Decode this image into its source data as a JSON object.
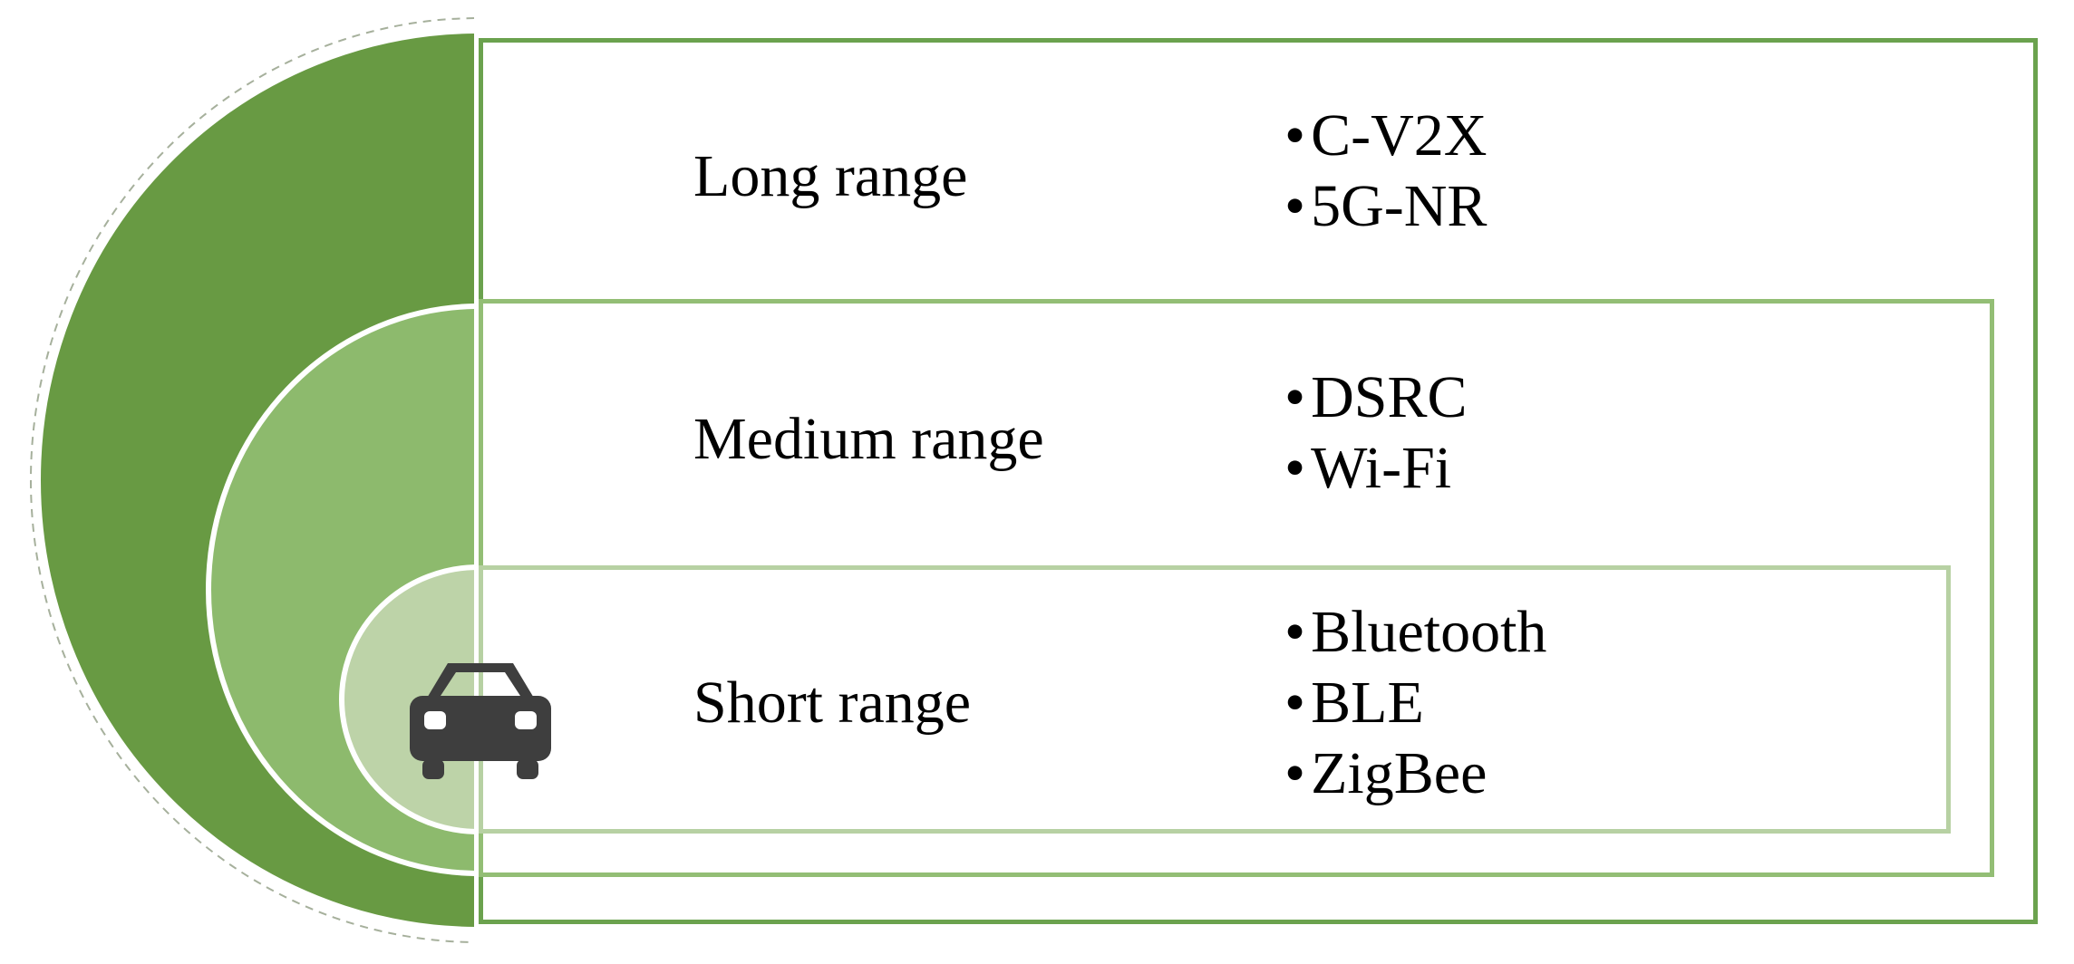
{
  "bullet_char": "•",
  "bands": [
    {
      "id": "long",
      "label": "Long range",
      "items": [
        "C-V2X",
        "5G-NR"
      ]
    },
    {
      "id": "medium",
      "label": "Medium range",
      "items": [
        "DSRC",
        "Wi-Fi"
      ]
    },
    {
      "id": "short",
      "label": "Short range",
      "items": [
        "Bluetooth",
        "BLE",
        "ZigBee"
      ]
    }
  ],
  "icon": "car-icon",
  "colors": {
    "long_border": "#6ba24e",
    "medium_border": "#93be75",
    "short_border": "#b7d1a3",
    "long_circle": "#689a43",
    "medium_circle": "#8dba6d",
    "short_circle": "#bdd3a8",
    "car": "#3e3e3e",
    "text": "#000000"
  }
}
